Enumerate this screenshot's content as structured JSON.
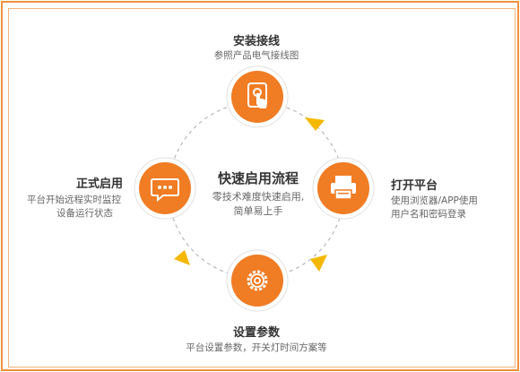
{
  "center": {
    "title": "快速启用流程",
    "desc_line1": "零技术难度快速启用,",
    "desc_line2": "简单易上手"
  },
  "steps": {
    "top": {
      "title": "安装接线",
      "desc": "参照产品电气接线图",
      "icon": "tablet-touch-icon"
    },
    "right": {
      "title": "打开平台",
      "desc_line1": "使用浏览器/APP使用",
      "desc_line2": "用户名和密码登录",
      "icon": "printer-icon"
    },
    "bottom": {
      "title": "设置参数",
      "desc": "平台设置参数，开关灯时间方案等",
      "icon": "gear-icon"
    },
    "left": {
      "title": "正式启用",
      "desc_line1": "平台开始远程实时监控",
      "desc_line2": "设备运行状态",
      "icon": "chat-bubble-icon"
    }
  },
  "colors": {
    "accent": "#f07c24",
    "arrow": "#f5b800",
    "border": "#f0923a",
    "dashed": "#b8b8b8"
  }
}
